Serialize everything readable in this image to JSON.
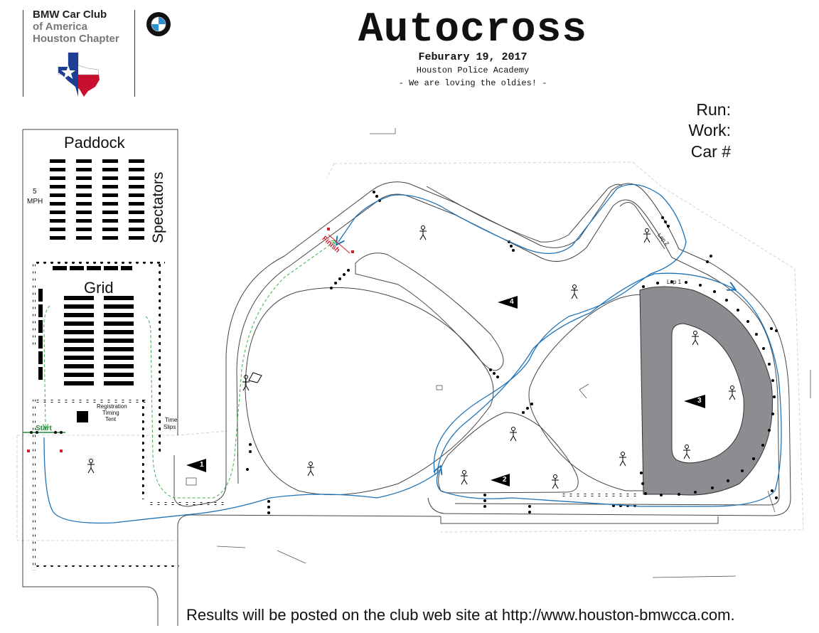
{
  "header": {
    "club_line1": "BMW Car Club",
    "club_line2": "of America",
    "club_line3": "Houston Chapter",
    "title": "Autocross",
    "date": "Feburary 19, 2017",
    "venue": "Houston Police Academy",
    "tagline": "- We are loving the oldies! -"
  },
  "form_fields": {
    "run_label": "Run:",
    "work_label": "Work:",
    "car_label": "Car #"
  },
  "labels": {
    "paddock": "Paddock",
    "spectators": "Spectators",
    "speed_limit_num": "5",
    "speed_limit_unit": "MPH",
    "grid": "Grid",
    "registration": "Registration",
    "timing": "Timing",
    "tent": "Tent",
    "time": "Time",
    "slips": "Slips",
    "start": "Start",
    "finish": "Finish",
    "lap1": "Lap 1",
    "lap2": "Lap 2"
  },
  "stations": [
    "1",
    "2",
    "3",
    "4"
  ],
  "footer": "Results will be posted on the club web site at http://www.houston-bmwcca.com.",
  "colors": {
    "course_line": "#1e73b8",
    "grid_path": "#3cb04a",
    "start_label": "#1f8a3a",
    "finish_label": "#d11e2a",
    "d_area": "#8c8d90",
    "texas_red": "#c8102e",
    "texas_blue": "#1c3f94"
  },
  "icons": [
    "bmw-roundel-icon",
    "texas-flag-icon",
    "worker-icon",
    "checkered-flag-icon",
    "station-flag-icon"
  ]
}
